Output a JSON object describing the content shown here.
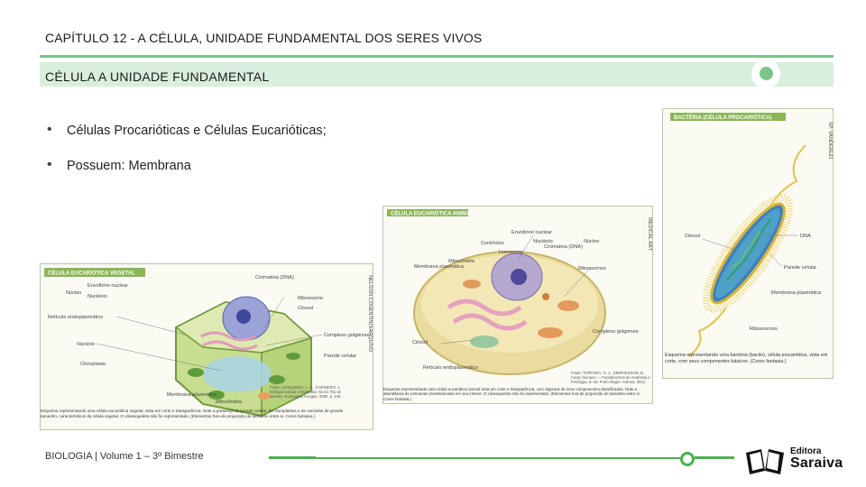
{
  "header": {
    "chapter_title": "CAPÍTULO 12 - A CÉLULA, UNIDADE FUNDAMENTAL DOS SERES VIVOS",
    "section_title": "CÉLULA A UNIDADE FUNDAMENTAL"
  },
  "bullets": [
    "Células Procarióticas e Células Eucarióticas;",
    "Possuem: Membrana"
  ],
  "figures": {
    "plant": {
      "header": "CÉLULA EUCARIÓTICA VEGETAL",
      "labels": [
        "Envoltório nuclear",
        "Núcleo",
        "Nucléolo",
        "Retículo endoplasmático",
        "Vacúolo",
        "Cloroplasto",
        "Membrana plasmática",
        "Mitocôndria",
        "Cromatina (DNA)",
        "Ribossomo",
        "Citosol",
        "Complexo golgiense",
        "Parede celular"
      ],
      "source": "Fonte: JUNQUEIRA, L. C.; CARNEIRO, J. Biologia Celular e Molecular. 9a ed. Rio de Janeiro: Guanabara Koogan, 2005. p. 240.",
      "caption": "Esquema representando uma célula eucariótica vegetal, vista em corte e transparência. Note a presença da parede celular, de cloroplastos e de vacúolos de grande tamanho, característicos da célula vegetal. O citoesqueleto não foi representado. (Elementos fora de proporção de tamanho entre si. Cores fantasia.)",
      "credit": "NELSON COSENTINO/ARQUIVO"
    },
    "animal": {
      "header": "CÉLULA EUCARIÓTICA ANIMAL",
      "labels": [
        "Envoltório nuclear",
        "Núcleo",
        "Centríolos",
        "Nucléolo",
        "Lisossomo",
        "Cromatina (DNA)",
        "Mitocôndria",
        "Membrana plasmática",
        "Ribossomos",
        "Citosol",
        "Complexo golgiense",
        "Retículo endoplasmático"
      ],
      "source": "Fonte: TORTORA, G. J.; DERRICKSON, B. Corpo humano — Fundamentos de Anatomia e Fisiologia. 8. ed. Porto Alegre: Artmed, 2012.",
      "caption": "Esquema representando uma célula eucariótica animal vista em corte e transparência, com algumas de seus componentes identificados. Note a abundância de estruturas membranosas em seu interior. O citoesqueleto não foi representado. (Elementos fora de proporção de tamanho entre si. Cores fantasia.)",
      "credit": "MEDICAL ART"
    },
    "bacteria": {
      "header": "BACTÉRIA (CÉLULA PROCARIÓTICA)",
      "labels": [
        "Citosol",
        "DNA",
        "Parede celular",
        "Membrana plasmática",
        "Ribossomos"
      ],
      "caption": "Esquema representando uma bactéria (bacilo), célula procariótica, vista em corte, com seus componentes básicos. (Cores fantasia.)",
      "credit": "SP. VANDERLEI"
    }
  },
  "footer": {
    "text": "BIOLOGIA  | Volume 1 – 3º Bimestre"
  },
  "logo": {
    "top": "Editora",
    "main": "Saraiva"
  },
  "colors": {
    "accent_green": "#7cc48a",
    "section_bg": "#d9eedc",
    "footer_green": "#4caf50",
    "figure_header_green": "#8ab656"
  }
}
